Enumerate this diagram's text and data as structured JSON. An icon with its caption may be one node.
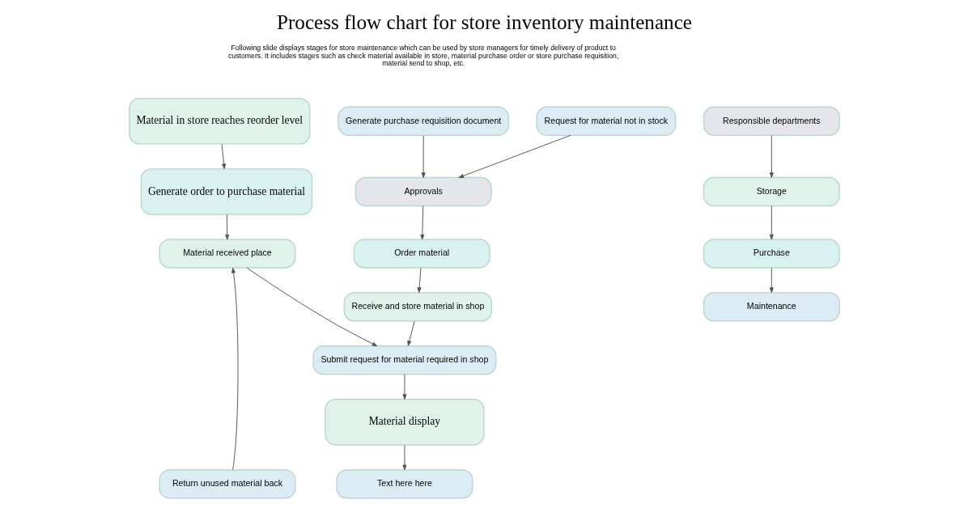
{
  "diagram": {
    "title": "Process flow chart for store inventory maintenance",
    "nodes": [
      {
        "text": [
          "Material in store reaches reorder level"
        ]
      },
      {
        "text": [
          "Generate order to purchase material"
        ]
      },
      {
        "text": [
          "Material received place"
        ]
      },
      {
        "text": [
          "Return unused material back"
        ]
      },
      {
        "text": [
          "Generate purchase requisition document"
        ]
      },
      {
        "text": [
          "Request for material not in stock"
        ]
      },
      {
        "text": [
          "Approvals"
        ]
      },
      {
        "text": [
          "Order material"
        ]
      },
      {
        "text": [
          "Receive and store material in shop"
        ]
      },
      {
        "text": [
          "Submit request for material required in shop"
        ]
      },
      {
        "text": [
          "Material display"
        ]
      },
      {
        "text": [
          "Text here here"
        ]
      },
      {
        "text": [
          "Responsible departments"
        ]
      },
      {
        "text": [
          "Storage"
        ]
      },
      {
        "text": [
          "Purchase"
        ]
      },
      {
        "text": [
          "Maintenance"
        ]
      }
    ],
    "edges": [
      {
        "from": 0,
        "to": 1,
        "arrow": "to"
      },
      {
        "from": 1,
        "to": 2,
        "arrow": "to"
      },
      {
        "from": 3,
        "to": 2,
        "arrow": "to"
      },
      {
        "from": 2,
        "to": 9,
        "arrow": "to"
      },
      {
        "from": 4,
        "to": 6,
        "arrow": "to"
      },
      {
        "from": 5,
        "to": 6,
        "arrow": "to"
      },
      {
        "from": 6,
        "to": 7,
        "arrow": "to"
      },
      {
        "from": 7,
        "to": 8,
        "arrow": "to"
      },
      {
        "from": 8,
        "to": 9,
        "arrow": "to"
      },
      {
        "from": 9,
        "to": 10,
        "arrow": "to"
      },
      {
        "from": 10,
        "to": 11,
        "arrow": "to"
      },
      {
        "from": 12,
        "to": 13,
        "arrow": "to"
      },
      {
        "from": 13,
        "to": 14,
        "arrow": "to"
      },
      {
        "from": 14,
        "to": 15,
        "arrow": "to"
      }
    ],
    "labels": [
      "Following slide displays stages for store maintenance which can be used by store managers for timely delivery of product to customers. It includes stages such as check material available in store, material purchase order or store purchase requisition, material send to shop, etc."
    ]
  }
}
